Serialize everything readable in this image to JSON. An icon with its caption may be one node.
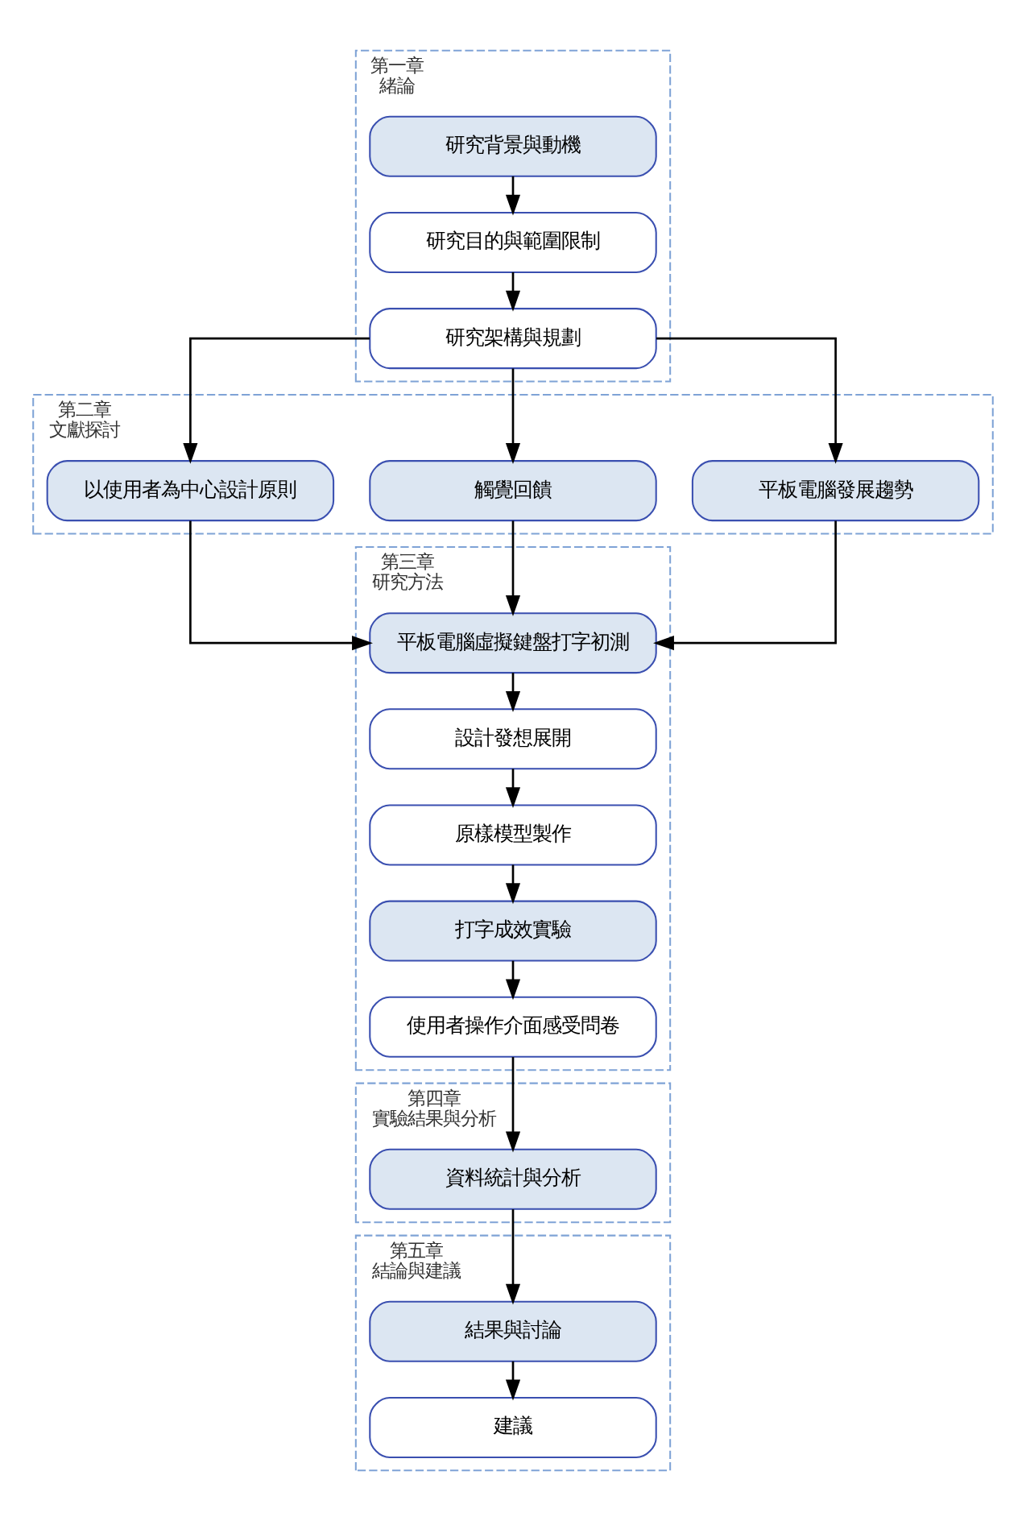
{
  "diagram": {
    "nodes": [
      {
        "text": [
          "第一章",
          "緒論"
        ]
      },
      {
        "text": [
          "研究背景與動機"
        ],
        "in": 0
      },
      {
        "text": [
          "研究目的與範圍限制"
        ],
        "in": 0
      },
      {
        "text": [
          "研究架構與規劃"
        ],
        "in": 0
      },
      {
        "text": [
          "第二章",
          "文獻探討"
        ]
      },
      {
        "text": [
          "平板電腦發展趨勢"
        ],
        "in": 4
      },
      {
        "text": [
          "觸覺回饋"
        ],
        "in": 4
      },
      {
        "text": [
          "以使用者為中心設計原則"
        ],
        "in": 4
      },
      {
        "text": [
          "第三章",
          "研究方法"
        ]
      },
      {
        "text": [
          "平板電腦虛擬鍵盤打字初測"
        ],
        "in": 8
      },
      {
        "text": [
          "設計發想展開"
        ],
        "in": 8
      },
      {
        "text": [
          "原樣模型製作"
        ],
        "in": 8
      },
      {
        "text": [
          "打字成效實驗"
        ],
        "in": 8
      },
      {
        "text": [
          "使用者操作介面感受問卷"
        ],
        "in": 8
      },
      {
        "text": [
          "第四章",
          "實驗結果與分析"
        ]
      },
      {
        "text": [
          "資料統計與分析"
        ],
        "in": 14
      },
      {
        "text": [
          "第五章",
          "結論與建議"
        ]
      },
      {
        "text": [
          "結果與討論"
        ],
        "in": 16
      },
      {
        "text": [
          "建議"
        ],
        "in": 16
      }
    ],
    "edges": [
      {
        "from": 1,
        "to": 2,
        "arrow": "to"
      },
      {
        "from": 2,
        "to": 3,
        "arrow": "to"
      },
      {
        "from": 3,
        "to": 5,
        "arrow": "to"
      },
      {
        "from": 3,
        "to": 6,
        "arrow": "to"
      },
      {
        "from": 3,
        "to": 7,
        "arrow": "to"
      },
      {
        "from": 5,
        "to": 9,
        "arrow": "to"
      },
      {
        "from": 6,
        "to": 9,
        "arrow": "to"
      },
      {
        "from": 7,
        "to": 9,
        "arrow": "to"
      },
      {
        "from": 9,
        "to": 10,
        "arrow": "to"
      },
      {
        "from": 10,
        "to": 11,
        "arrow": "to"
      },
      {
        "from": 11,
        "to": 12,
        "arrow": "to"
      },
      {
        "from": 12,
        "to": 13,
        "arrow": "to"
      },
      {
        "from": 13,
        "to": 15,
        "arrow": "to"
      },
      {
        "from": 15,
        "to": 17,
        "arrow": "to"
      },
      {
        "from": 17,
        "to": 18,
        "arrow": "to"
      }
    ]
  }
}
